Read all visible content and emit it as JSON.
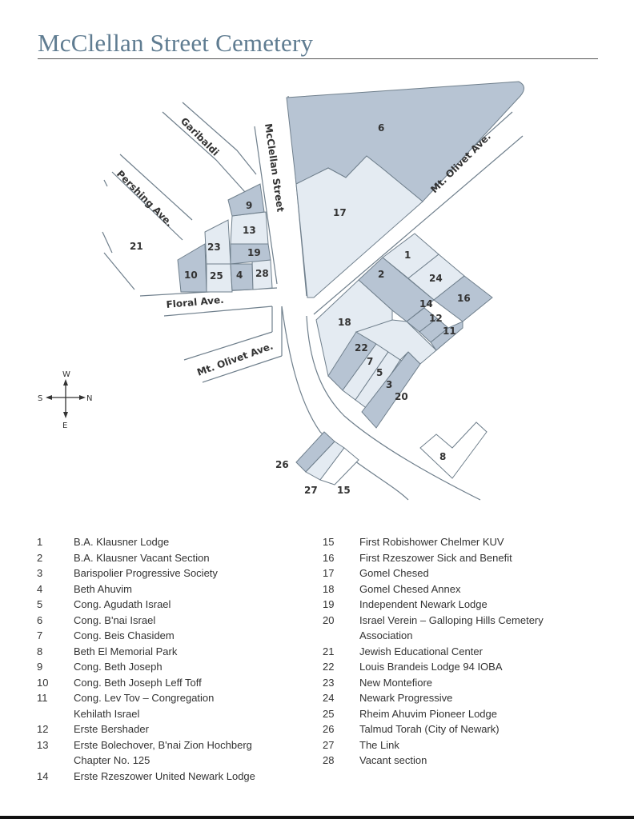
{
  "title": "McClellan Street Cemetery",
  "colors": {
    "title": "#5f7c91",
    "plot_dark": "#b7c4d3",
    "plot_light": "#e4ebf2",
    "street_line": "#6f7f8c"
  },
  "streets": {
    "garibaldi": "Garibaldi",
    "pershing": "Pershing Ave.",
    "mcclellan": "McClellan Street",
    "mt_olivet_upper": "Mt. Olivet Ave.",
    "floral": "Floral Ave.",
    "mt_olivet_lower": "Mt. Olivet Ave."
  },
  "compass": {
    "north": "N",
    "south": "S",
    "east": "E",
    "west": "W"
  },
  "plot_labels": {
    "p1": "1",
    "p2": "2",
    "p3": "3",
    "p4": "4",
    "p5": "5",
    "p6": "6",
    "p7": "7",
    "p8": "8",
    "p9": "9",
    "p10": "10",
    "p11": "11",
    "p12": "12",
    "p13": "13",
    "p14": "14",
    "p15": "15",
    "p16": "16",
    "p17": "17",
    "p18": "18",
    "p19": "19",
    "p20": "20",
    "p21": "21",
    "p22": "22",
    "p23": "23",
    "p24": "24",
    "p25": "25",
    "p26": "26",
    "p27": "27",
    "p28": "28"
  },
  "legend_left": [
    {
      "num": "1",
      "name": "B.A. Klausner Lodge"
    },
    {
      "num": "2",
      "name": "B.A. Klausner Vacant Section"
    },
    {
      "num": "3",
      "name": "Barispolier Progressive Society"
    },
    {
      "num": "4",
      "name": "Beth Ahuvim"
    },
    {
      "num": "5",
      "name": "Cong. Agudath Israel"
    },
    {
      "num": "6",
      "name": "Cong. B'nai Israel"
    },
    {
      "num": "7",
      "name": "Cong. Beis Chasidem"
    },
    {
      "num": "8",
      "name": "Beth El Memorial Park"
    },
    {
      "num": "9",
      "name": "Cong. Beth Joseph"
    },
    {
      "num": "10",
      "name": "Cong. Beth Joseph Leff Toff"
    },
    {
      "num": "11",
      "name": "Cong. Lev Tov – Congregation",
      "cont": "Kehilath Israel"
    },
    {
      "num": "12",
      "name": "Erste Bershader"
    },
    {
      "num": "13",
      "name": "Erste Bolechover, B'nai Zion Hochberg",
      "cont": "Chapter No. 125"
    },
    {
      "num": "14",
      "name": "Erste Rzeszower United Newark Lodge"
    }
  ],
  "legend_right": [
    {
      "num": "15",
      "name": "First Robishower Chelmer KUV"
    },
    {
      "num": "16",
      "name": "First Rzeszower Sick and Benefit"
    },
    {
      "num": "17",
      "name": "Gomel Chesed"
    },
    {
      "num": "18",
      "name": "Gomel Chesed Annex"
    },
    {
      "num": "19",
      "name": "Independent Newark Lodge"
    },
    {
      "num": "20",
      "name": "Israel Verein – Galloping Hills Cemetery",
      "cont": "Association"
    },
    {
      "num": "21",
      "name": "Jewish Educational Center"
    },
    {
      "num": "22",
      "name": "Louis Brandeis Lodge 94 IOBA"
    },
    {
      "num": "23",
      "name": "New Montefiore"
    },
    {
      "num": "24",
      "name": "Newark Progressive"
    },
    {
      "num": "25",
      "name": "Rheim Ahuvim Pioneer Lodge"
    },
    {
      "num": "26",
      "name": "Talmud Torah (City of Newark)"
    },
    {
      "num": "27",
      "name": "The Link"
    },
    {
      "num": "28",
      "name": "Vacant section"
    }
  ]
}
